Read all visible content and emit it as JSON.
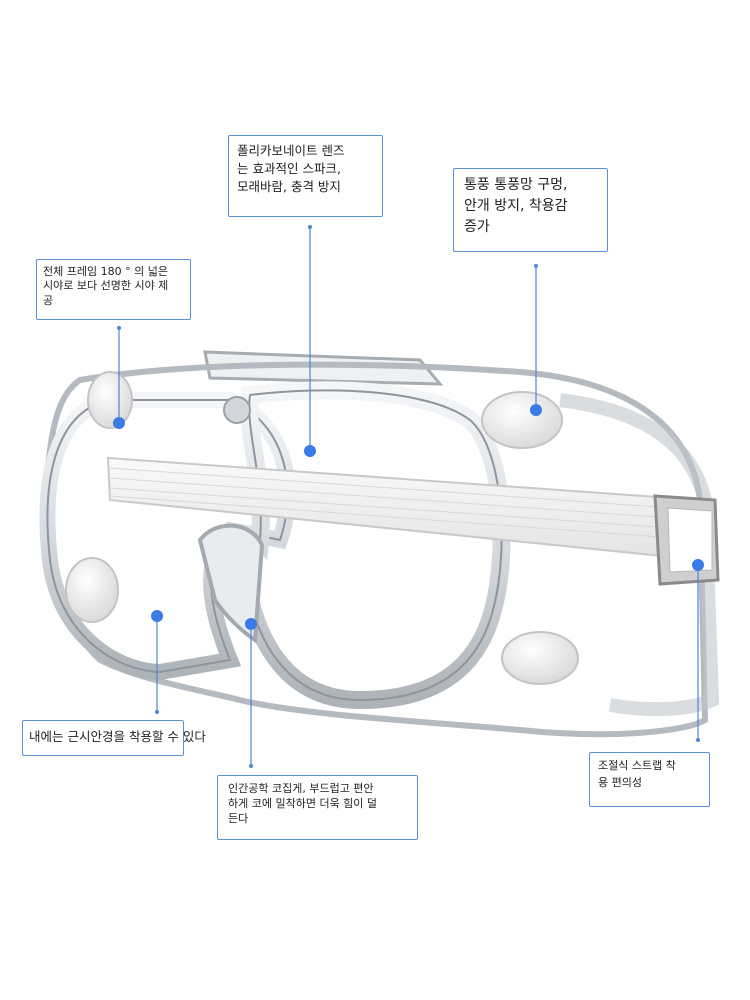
{
  "callouts": {
    "lens": "폴리카보네이트 렌즈\n는 효과적인 스파크,\n모래바람, 충격 방지",
    "vent": "통풍 통풍망 구멍,\n안개 방지, 착용감\n증가",
    "frame": "전체 프레임 180 ° 의 넓은\n시야로 보다 선명한 시야 제\n공",
    "myopia": "내에는 근시안경을 착용할 수 있다",
    "nose": "인간공학 코집게, 부드럽고 편안\n하게 코에 밀착하면 더욱 힘이 덜\n든다",
    "strap": "조절식 스트랩 착\n용 편의성"
  },
  "colors": {
    "marker": "#3b7be6",
    "leader": "#4a86d8",
    "callout_border": "#5b8fd6",
    "frame": "#b9bec4",
    "strap": "#f1f1f1"
  }
}
